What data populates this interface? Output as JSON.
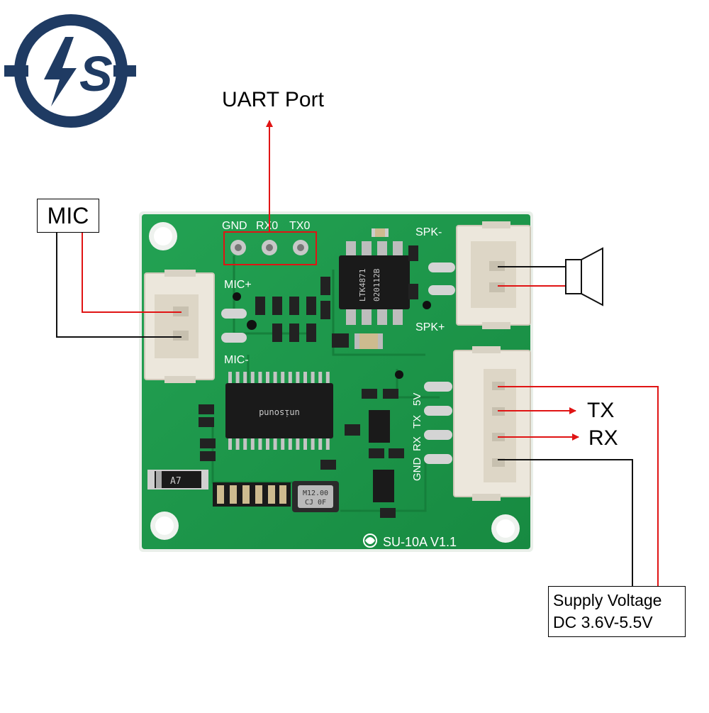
{
  "brand": {
    "logo_letters": "S",
    "ring_color": "#1f3b63"
  },
  "callouts": {
    "uart_port": "UART Port",
    "mic": "MIC",
    "tx": "TX",
    "rx": "RX",
    "supply_line1": "Supply Voltage",
    "supply_line2": "DC 3.6V-5.5V"
  },
  "board": {
    "name": "SU-10A V1.1",
    "uart_pins": {
      "gnd": "GND",
      "rx0": "RX0",
      "tx0": "TX0"
    },
    "mic_plus": "MIC+",
    "mic_minus": "MIC-",
    "spk_minus": "SPK-",
    "spk_plus": "SPK+",
    "power_pins": {
      "gnd": "GND",
      "rx": "RX",
      "tx": "TX",
      "v5": "5V"
    },
    "amp_chip_line1": "LTK4871",
    "amp_chip_line2": "020112B",
    "main_chip_text": "unisound",
    "crystal_line1": "M12.00",
    "crystal_line2": "CJ 0F",
    "diode_text": "A7"
  },
  "colors": {
    "pcb": "#1f9a4c",
    "pcb_dark": "#157a39",
    "connector": "#ece7dc",
    "arrow": "#e01414",
    "wire_black": "#111111"
  }
}
